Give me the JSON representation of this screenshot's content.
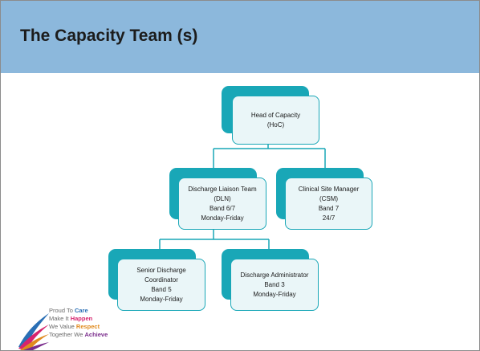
{
  "title": "The Capacity Team (s)",
  "org_chart": {
    "hoc": {
      "lines": [
        "Head of Capacity",
        "(HoC)"
      ]
    },
    "dln": {
      "lines": [
        "Discharge Liaison Team",
        "(DLN)",
        "Band 6/7",
        "Monday-Friday"
      ]
    },
    "csm": {
      "lines": [
        "Clinical Site Manager",
        "(CSM)",
        "Band 7",
        "24/7"
      ]
    },
    "sdc": {
      "lines": [
        "Senior Discharge",
        "Coordinator",
        "Band 5",
        "Monday-Friday"
      ]
    },
    "da": {
      "lines": [
        "Discharge Administrator",
        "Band 3",
        "Monday-Friday"
      ]
    }
  },
  "logo": {
    "lines": [
      {
        "lead": "Proud To ",
        "key": "Care",
        "color": "#2a6fb5"
      },
      {
        "lead": "Make It ",
        "key": "Happen",
        "color": "#d6246e"
      },
      {
        "lead": "We Value ",
        "key": "Respect",
        "color": "#e08a1e"
      },
      {
        "lead": "Together We ",
        "key": "Achieve",
        "color": "#7a2c8c"
      }
    ]
  },
  "colors": {
    "header": "#8cb8dc",
    "accent": "#19a7b7",
    "box_fill": "#eaf6f8"
  }
}
